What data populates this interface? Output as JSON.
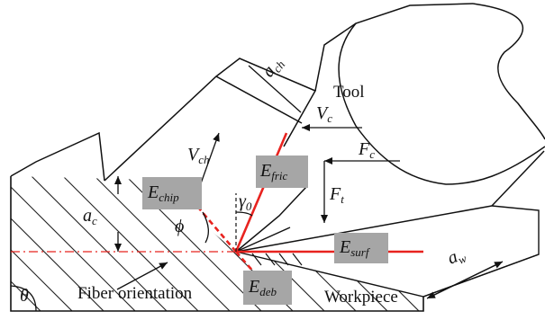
{
  "labels": {
    "tool": "Tool",
    "workpiece": "Workpiece",
    "fiber_orientation": "Fiber orientation",
    "theta": "θ",
    "phi": "ϕ",
    "gamma_main": "γ",
    "gamma_sub": "0",
    "a_c_main": "a",
    "a_c_sub": "c",
    "a_ch_main": "a",
    "a_ch_sub": "ch",
    "a_w_main": "a",
    "a_w_sub": "w",
    "v_ch_main": "V",
    "v_ch_sub": "ch",
    "v_c_main": "V",
    "v_c_sub": "c",
    "f_c_main": "F",
    "f_c_sub": "c",
    "f_t_main": "F",
    "f_t_sub": "t"
  },
  "energy_boxes": {
    "chip": {
      "main": "E",
      "sub": "chip"
    },
    "fric": {
      "main": "E",
      "sub": "fric"
    },
    "surf": {
      "main": "E",
      "sub": "surf"
    },
    "deb": {
      "main": "E",
      "sub": "deb"
    }
  },
  "colors": {
    "line": "#111111",
    "red": "#e8231f",
    "box_fill": "#a6a6a6"
  }
}
